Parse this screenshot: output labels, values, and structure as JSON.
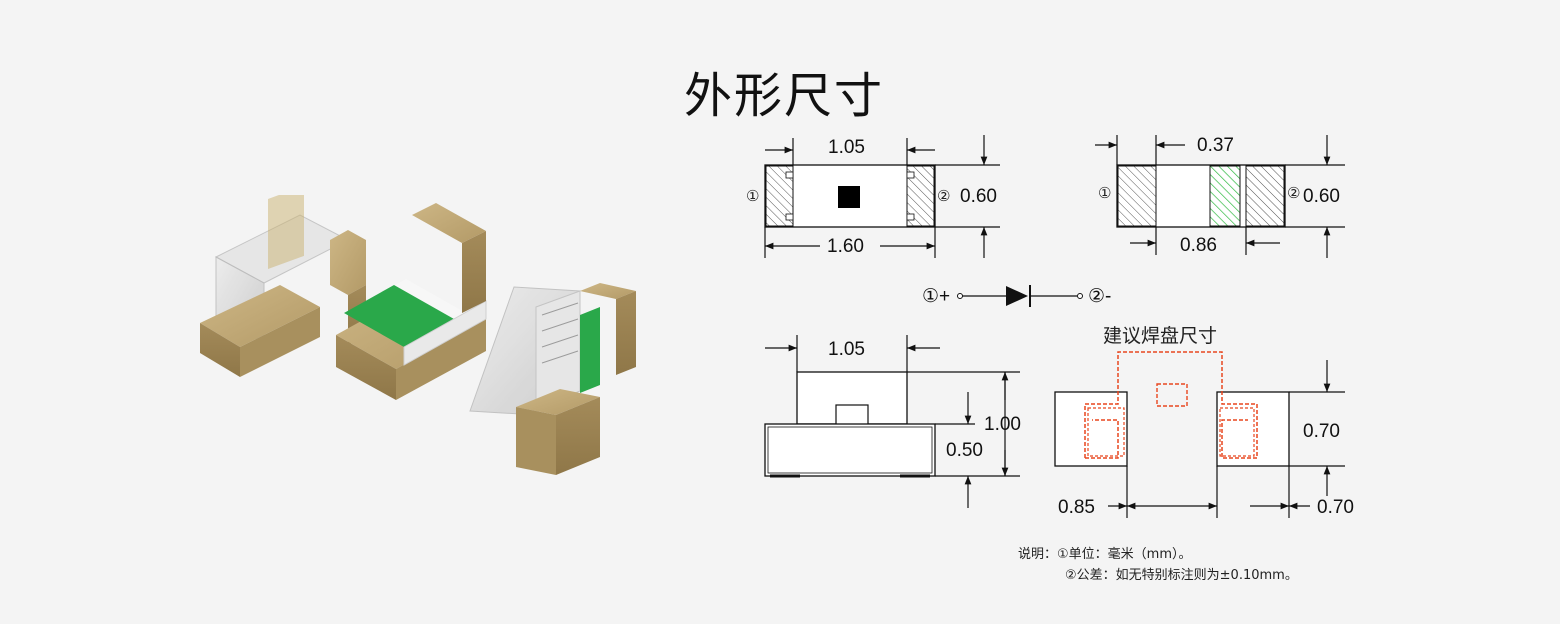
{
  "title": "外形尺寸",
  "top_view": {
    "width": "1.05",
    "length": "1.60",
    "height": "0.60",
    "pin1": "①",
    "pin2": "②"
  },
  "bottom_view": {
    "pad": "0.37",
    "gap": "0.86",
    "height": "0.60",
    "pin1": "①",
    "pin2": "②"
  },
  "symbol": {
    "anode": "①+",
    "cathode": "②-"
  },
  "side_view": {
    "width": "1.05",
    "total_height": "1.00",
    "base_height": "0.50"
  },
  "pad_layout": {
    "title": "建议焊盘尺寸",
    "pad_height": "0.70",
    "pad_width": "0.85",
    "pad_gap": "0.70"
  },
  "notes": {
    "line1": "说明：①单位：毫米（mm）。",
    "line2": "②公差：如无特别标注则为±0.10mm。"
  },
  "colors": {
    "polarity_mark": "#2db34a",
    "pad_outline": "#e8461e",
    "terminal": "#b49b68"
  }
}
